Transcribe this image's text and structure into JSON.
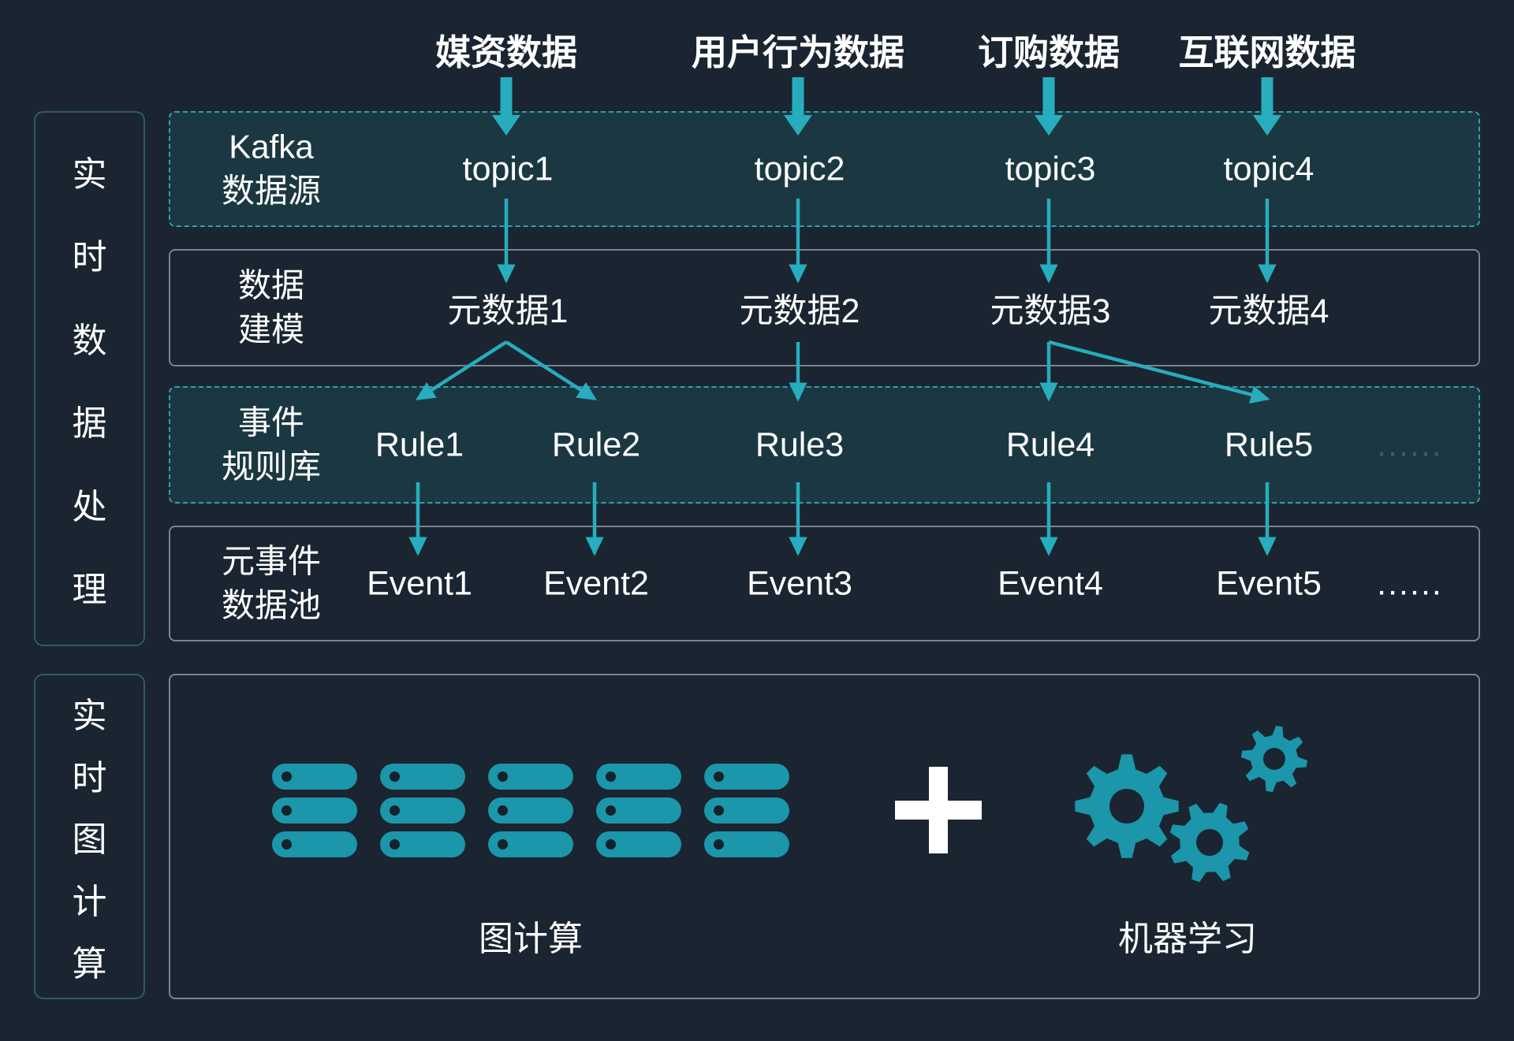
{
  "colors": {
    "background": "#1a2531",
    "accent": "#27adbd",
    "icon": "#1b96aa",
    "panel_dashed_fill": "#1b3842",
    "panel_dashed_border": "#2f9fb1",
    "sidebar_border": "#2e5a68",
    "text": "#ffffff",
    "dim_ellipsis": "#3f5c68"
  },
  "sources": [
    "媒资数据",
    "用户行为数据",
    "订购数据",
    "互联网数据"
  ],
  "sidebar": {
    "top": "实时数据处理",
    "bottom": "实时图计算"
  },
  "rows": [
    {
      "id": "kafka",
      "label_lines": [
        "Kafka",
        "数据源"
      ],
      "items": [
        "topic1",
        "topic2",
        "topic3",
        "topic4"
      ]
    },
    {
      "id": "modeling",
      "label_lines": [
        "数据",
        "建模"
      ],
      "items": [
        "元数据1",
        "元数据2",
        "元数据3",
        "元数据4"
      ]
    },
    {
      "id": "rules",
      "label_lines": [
        "事件",
        "规则库"
      ],
      "items": [
        "Rule1",
        "Rule2",
        "Rule3",
        "Rule4",
        "Rule5"
      ],
      "ellipsis": "......"
    },
    {
      "id": "events",
      "label_lines": [
        "元事件",
        "数据池"
      ],
      "items": [
        "Event1",
        "Event2",
        "Event3",
        "Event4",
        "Event5"
      ],
      "ellipsis": "......"
    }
  ],
  "bottom": {
    "graph_label": "图计算",
    "plus": "+",
    "ml_label": "机器学习"
  },
  "edges": [
    {
      "from": "媒资数据",
      "to": "topic1",
      "style": "block"
    },
    {
      "from": "用户行为数据",
      "to": "topic2",
      "style": "block"
    },
    {
      "from": "订购数据",
      "to": "topic3",
      "style": "block"
    },
    {
      "from": "互联网数据",
      "to": "topic4",
      "style": "block"
    },
    {
      "from": "topic1",
      "to": "元数据1"
    },
    {
      "from": "topic2",
      "to": "元数据2"
    },
    {
      "from": "topic3",
      "to": "元数据3"
    },
    {
      "from": "topic4",
      "to": "元数据4"
    },
    {
      "from": "元数据1",
      "to": "Rule1"
    },
    {
      "from": "元数据1",
      "to": "Rule2"
    },
    {
      "from": "元数据2",
      "to": "Rule3"
    },
    {
      "from": "元数据3",
      "to": "Rule4"
    },
    {
      "from": "元数据3",
      "to": "Rule5"
    },
    {
      "from": "Rule1",
      "to": "Event1"
    },
    {
      "from": "Rule2",
      "to": "Event2"
    },
    {
      "from": "Rule3",
      "to": "Event3"
    },
    {
      "from": "Rule4",
      "to": "Event4"
    },
    {
      "from": "Rule5",
      "to": "Event5"
    }
  ]
}
